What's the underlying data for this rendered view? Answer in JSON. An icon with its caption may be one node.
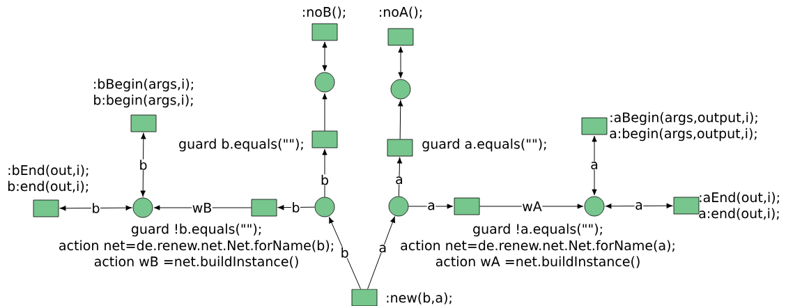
{
  "diagram": {
    "nodes": [
      {
        "text": [],
        "shape": "box",
        "beside": [
          ":noB();"
        ]
      },
      {
        "text": [],
        "shape": "box",
        "beside": [
          ":noA();"
        ]
      },
      {
        "text": [],
        "shape": "circle"
      },
      {
        "text": [],
        "shape": "circle"
      },
      {
        "text": [],
        "shape": "box",
        "beside": [
          ":bBegin(args,i);",
          "b:begin(args,i);"
        ]
      },
      {
        "text": [],
        "shape": "box",
        "beside": [
          "guard b.equals(\"\");"
        ]
      },
      {
        "text": [],
        "shape": "box",
        "beside": [
          "guard a.equals(\"\");"
        ]
      },
      {
        "text": [],
        "shape": "box",
        "beside": [
          ":aBegin(args,output,i);",
          "a:begin(args,output,i);"
        ]
      },
      {
        "text": [],
        "shape": "box",
        "beside": [
          ":bEnd(out,i);",
          "b:end(out,i);"
        ]
      },
      {
        "text": [],
        "shape": "circle"
      },
      {
        "text": [],
        "shape": "box",
        "beside": [
          "guard !b.equals(\"\");",
          "action net=de.renew.net.Net.forName(b);",
          "action wB =net.buildInstance()"
        ]
      },
      {
        "text": [],
        "shape": "circle"
      },
      {
        "text": [],
        "shape": "circle"
      },
      {
        "text": [],
        "shape": "box",
        "beside": [
          "guard !a.equals(\"\");",
          "action net=de.renew.net.Net.forName(a);",
          "action wA =net.buildInstance()"
        ]
      },
      {
        "text": [],
        "shape": "circle"
      },
      {
        "text": [],
        "shape": "box",
        "beside": [
          ":aEnd(out,i);",
          "a:end(out,i);"
        ]
      },
      {
        "text": [],
        "shape": "box",
        "beside": [
          ":new(b,a);"
        ]
      }
    ],
    "edges": [
      {
        "from": 2,
        "to": 0,
        "arrow": "both"
      },
      {
        "from": 3,
        "to": 1,
        "arrow": "both"
      },
      {
        "from": 5,
        "to": 2,
        "arrow": "to"
      },
      {
        "from": 6,
        "to": 3,
        "arrow": "to"
      },
      {
        "from": 11,
        "to": 5,
        "arrow": "to",
        "label": "b"
      },
      {
        "from": 12,
        "to": 6,
        "arrow": "to",
        "label": "a"
      },
      {
        "from": 9,
        "to": 4,
        "arrow": "both",
        "label": "b"
      },
      {
        "from": 14,
        "to": 7,
        "arrow": "both",
        "label": "a"
      },
      {
        "from": 9,
        "to": 8,
        "arrow": "both",
        "label": "b"
      },
      {
        "from": 10,
        "to": 9,
        "arrow": "to",
        "label": "wB"
      },
      {
        "from": 11,
        "to": 10,
        "arrow": "to",
        "label": "b"
      },
      {
        "from": 12,
        "to": 13,
        "arrow": "to",
        "label": "a"
      },
      {
        "from": 13,
        "to": 14,
        "arrow": "to",
        "label": "wA"
      },
      {
        "from": 14,
        "to": 15,
        "arrow": "both",
        "label": "a"
      },
      {
        "from": 16,
        "to": 11,
        "arrow": "to",
        "label": "b"
      },
      {
        "from": 16,
        "to": 12,
        "arrow": "to",
        "label": "a"
      }
    ]
  }
}
